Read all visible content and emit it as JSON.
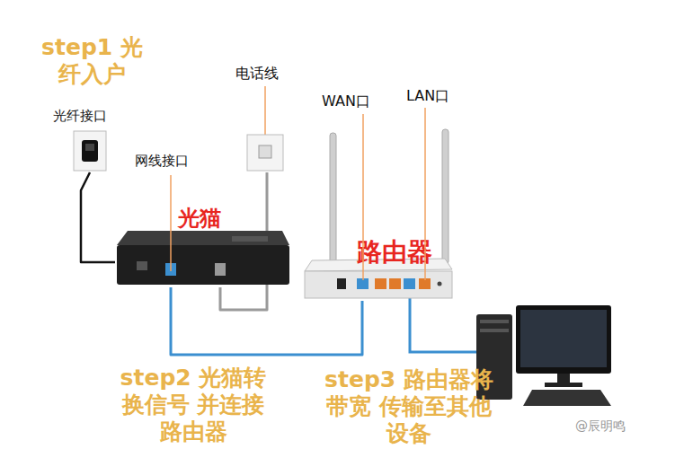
{
  "diagram": {
    "nodes": [
      {
        "text": [
          "光纤接口"
        ]
      },
      {
        "text": [
          "光猫"
        ]
      },
      {
        "text": [
          "电话线"
        ]
      },
      {
        "text": [
          "路由器"
        ]
      }
    ],
    "edges": [
      {
        "from": 0,
        "to": 1,
        "arrow": "none"
      },
      {
        "from": 2,
        "to": 1,
        "arrow": "none"
      },
      {
        "from": 1,
        "to": 3,
        "arrow": "none"
      }
    ],
    "labels": [
      "step1 光纤入户",
      "网线接口",
      "WAN口",
      "LAN口",
      "step2 光猫转换信号 并连接路由器",
      "step3 路由器将带宽 传输至其他设备",
      "@辰明鸣"
    ]
  }
}
